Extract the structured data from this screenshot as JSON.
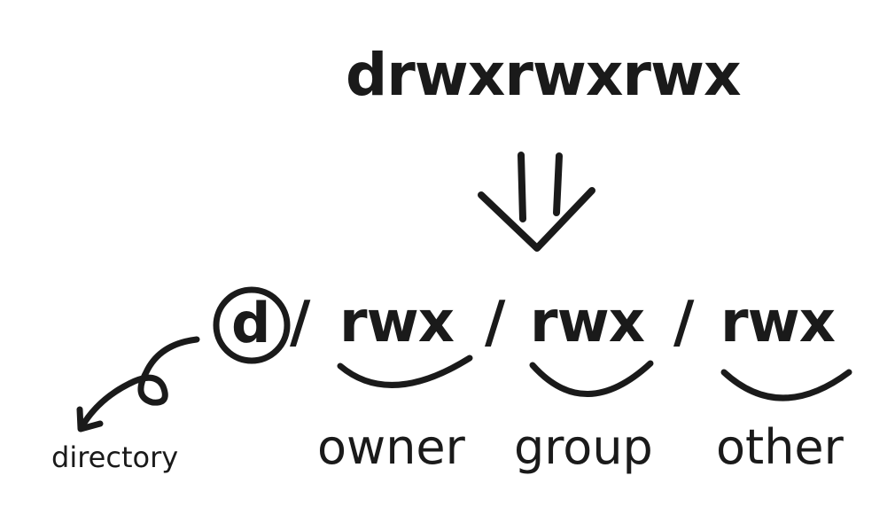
{
  "diagram": {
    "permission_string": "drwxrwxrwx",
    "type_char": "d",
    "separator": "/",
    "groups": [
      {
        "bits": "rwx",
        "label": "owner"
      },
      {
        "bits": "rwx",
        "label": "group"
      },
      {
        "bits": "rwx",
        "label": "other"
      }
    ],
    "type_label": "directory"
  },
  "icons": {
    "down_arrow": "double-arrow-down-icon",
    "curved_arrow": "curved-arrow-icon"
  },
  "colors": {
    "ink": "#1a1a1a",
    "background": "#ffffff"
  }
}
